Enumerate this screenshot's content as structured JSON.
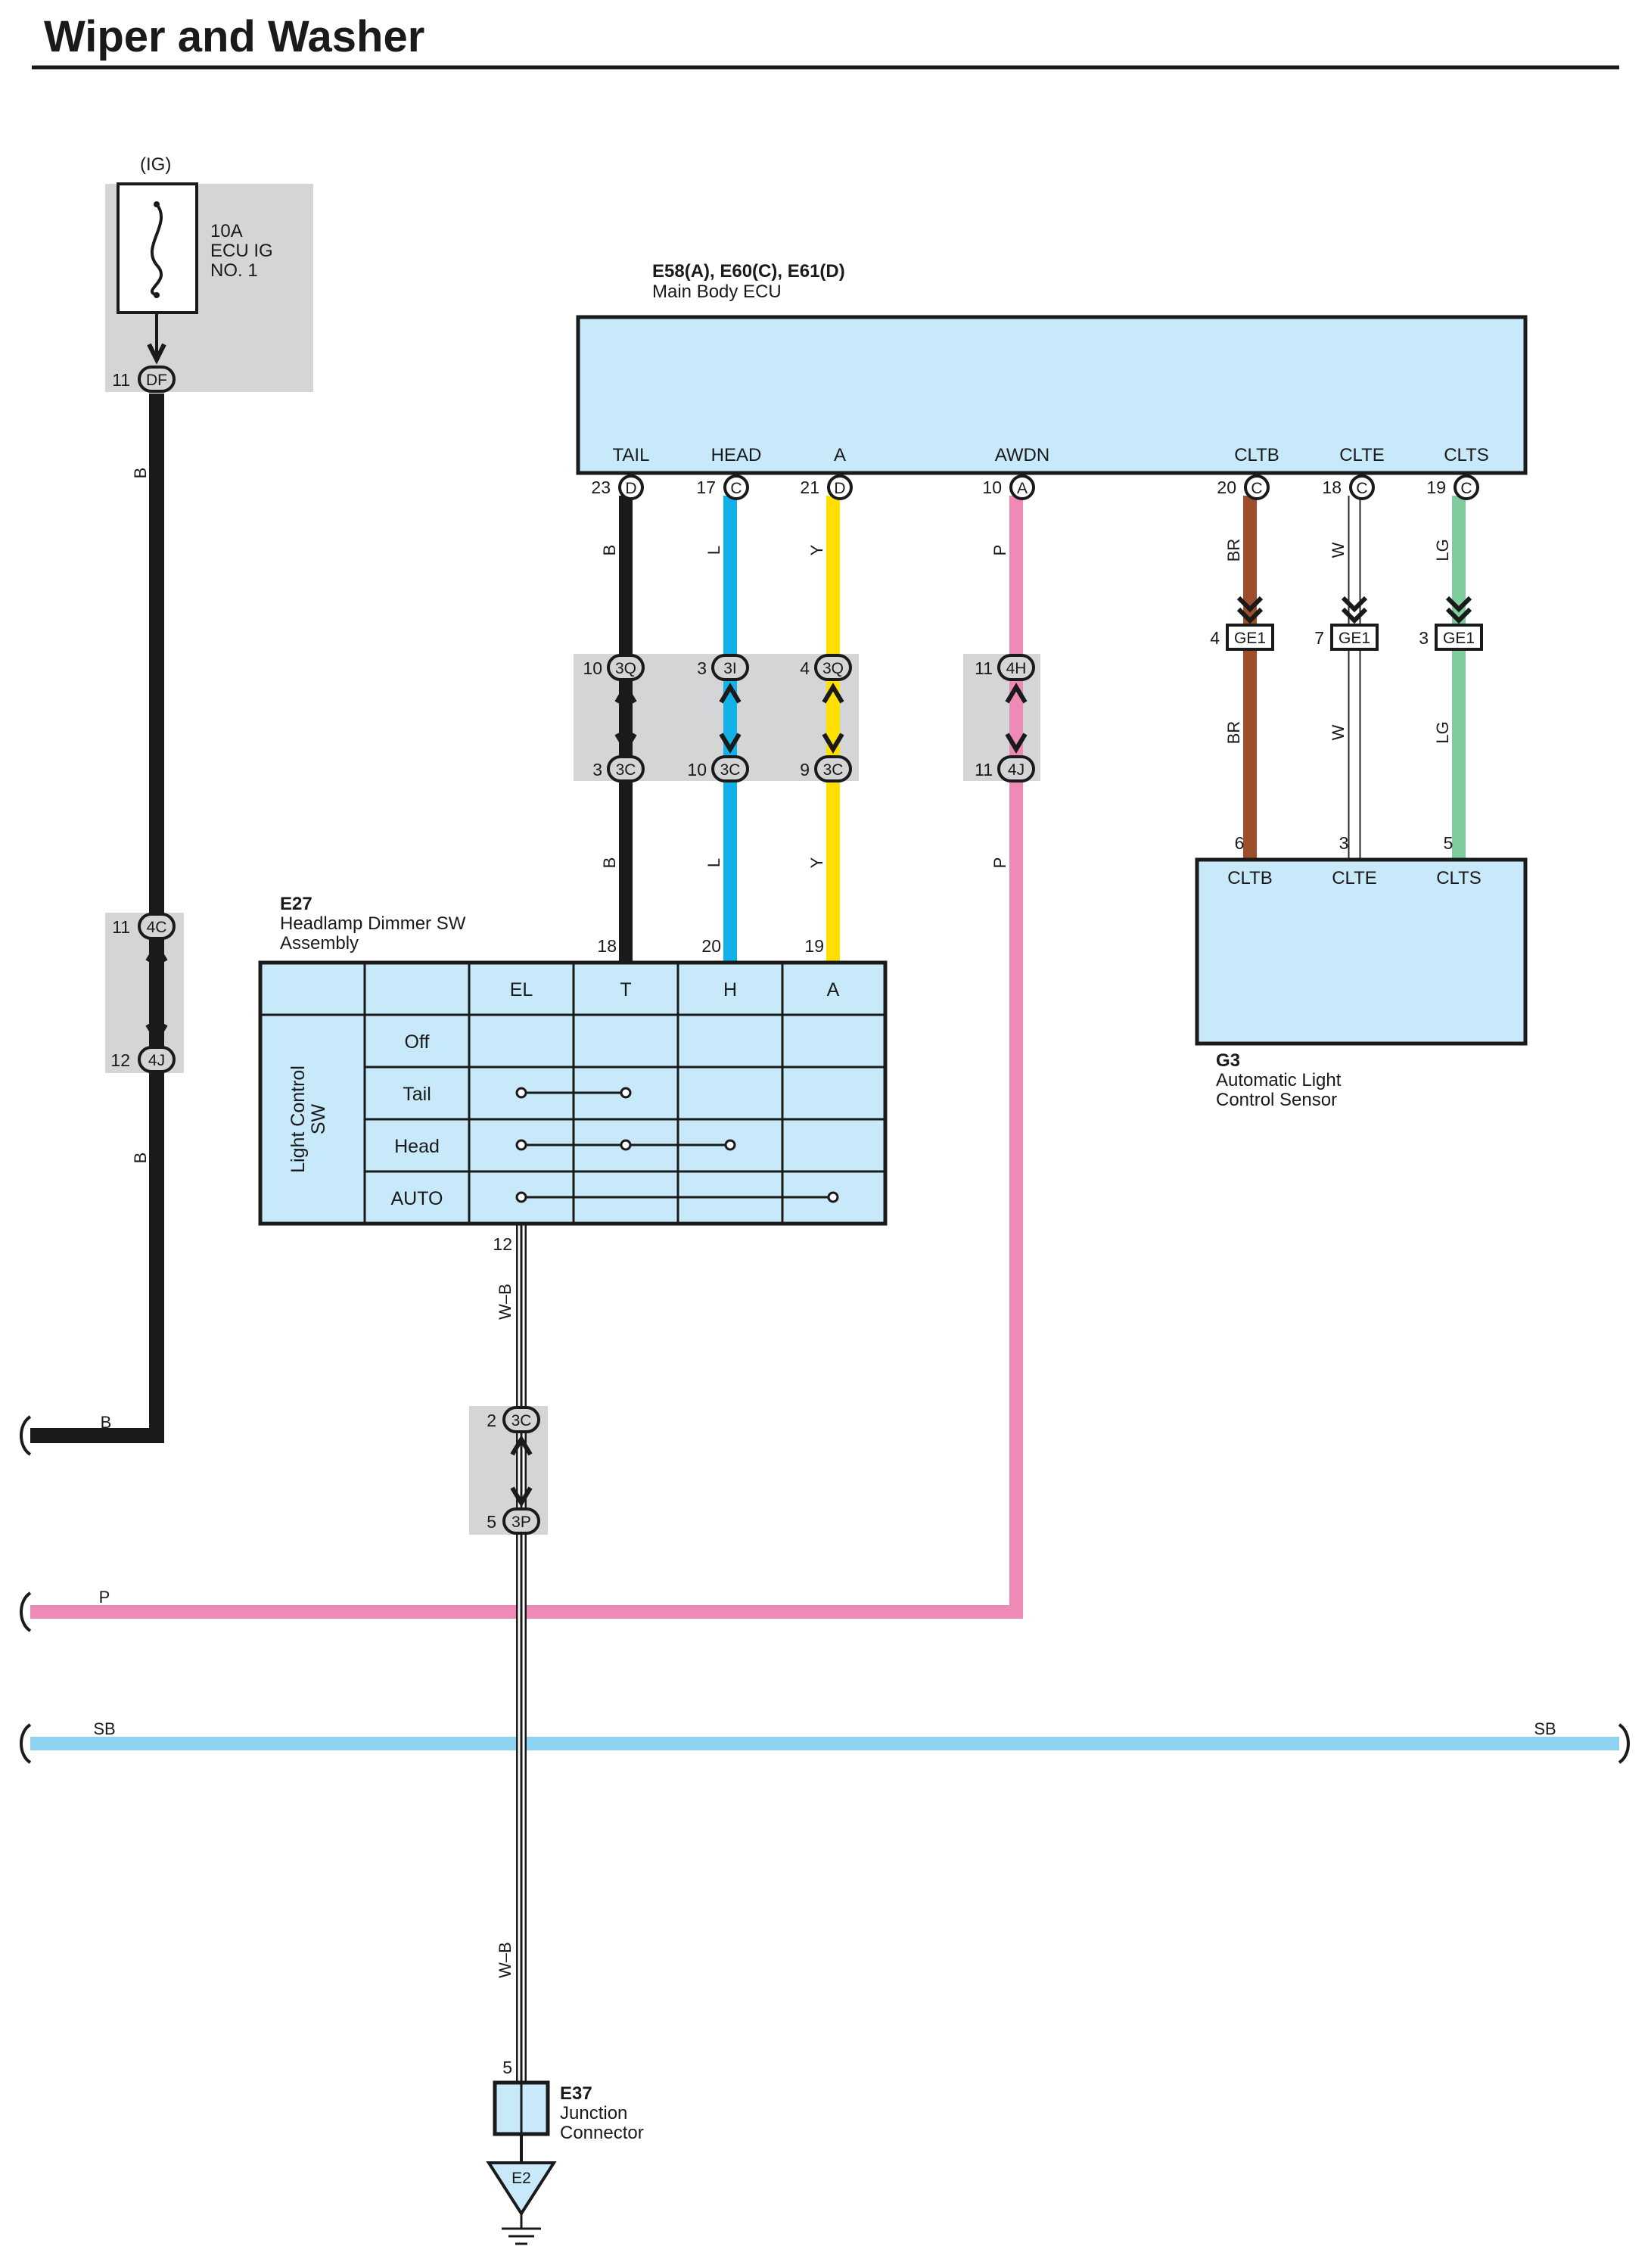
{
  "title": "Wiper and Washer",
  "colors": {
    "black": "#1a1a1a",
    "blue_L": "#12b1e8",
    "yellow_Y": "#ffe000",
    "pink_P": "#ee8ab6",
    "brown_BR": "#9c4f2a",
    "white_W": "#ffffff",
    "lightgreen_LG": "#7fcc9c",
    "skyblue_SB": "#8fd3f2",
    "component_fill": "#c7e9f9",
    "splice_gray": "#d4d5d7"
  },
  "fuse": {
    "power": "(IG)",
    "rating": "10A",
    "name_line1": "ECU IG",
    "name_line2": "NO. 1",
    "pin": "11",
    "connector": "DF"
  },
  "ecu": {
    "ids": "E58(A), E60(C), E61(D)",
    "name": "Main Body ECU",
    "terminals": [
      {
        "label": "TAIL",
        "pin": "23",
        "conn": "D",
        "wire": "B"
      },
      {
        "label": "HEAD",
        "pin": "17",
        "conn": "C",
        "wire": "L"
      },
      {
        "label": "A",
        "pin": "21",
        "conn": "D",
        "wire": "Y"
      },
      {
        "label": "AWDN",
        "pin": "10",
        "conn": "A",
        "wire": "P"
      },
      {
        "label": "CLTB",
        "pin": "20",
        "conn": "C",
        "wire": "BR"
      },
      {
        "label": "CLTE",
        "pin": "18",
        "conn": "C",
        "wire": "W"
      },
      {
        "label": "CLTS",
        "pin": "19",
        "conn": "C",
        "wire": "LG"
      }
    ]
  },
  "junctions_upper": [
    {
      "pin_top": "10",
      "conn_top": "3Q",
      "pin_bot": "3",
      "conn_bot": "3C",
      "wire_below": "B"
    },
    {
      "pin_top": "3",
      "conn_top": "3I",
      "pin_bot": "10",
      "conn_bot": "3C",
      "wire_below": "L"
    },
    {
      "pin_top": "4",
      "conn_top": "3Q",
      "pin_bot": "9",
      "conn_bot": "3C",
      "wire_below": "Y"
    },
    {
      "pin_top": "11",
      "conn_top": "4H",
      "pin_bot": "11",
      "conn_bot": "4J",
      "wire_below": "P"
    }
  ],
  "ge1": [
    {
      "pin": "4",
      "conn": "GE1",
      "wire_below": "BR"
    },
    {
      "pin": "7",
      "conn": "GE1",
      "wire_below": "W"
    },
    {
      "pin": "3",
      "conn": "GE1",
      "wire_below": "LG"
    }
  ],
  "sensor": {
    "id": "G3",
    "name_line1": "Automatic Light",
    "name_line2": "Control Sensor",
    "terminals": [
      {
        "label": "CLTB",
        "pin": "6"
      },
      {
        "label": "CLTE",
        "pin": "3"
      },
      {
        "label": "CLTS",
        "pin": "5"
      }
    ]
  },
  "left_wire": {
    "wire_upper": "B",
    "j_pin_top": "11",
    "j_conn_top": "4C",
    "j_pin_bot": "12",
    "j_conn_bot": "4J",
    "wire_lower": "B",
    "exit_label": "B"
  },
  "dimmer": {
    "id": "E27",
    "name_line1": "Headlamp Dimmer SW",
    "name_line2": "Assembly",
    "pins_top": [
      "18",
      "20",
      "19"
    ],
    "columns": [
      "EL",
      "T",
      "H",
      "A"
    ],
    "rows": [
      "Off",
      "Tail",
      "Head",
      "AUTO"
    ],
    "group_line1": "Light Control",
    "group_line2": "SW",
    "pin_bottom": "12"
  },
  "wb_wire": {
    "wire_label": "W–B",
    "j_pin_top": "2",
    "j_conn_top": "3C",
    "j_pin_bot": "5",
    "j_conn_bot": "3P",
    "wire_label_lower": "W–B"
  },
  "bus_p": {
    "label": "P"
  },
  "bus_sb": {
    "label_left": "SB",
    "label_right": "SB"
  },
  "junction_connector": {
    "pin": "5",
    "id": "E37",
    "name_line1": "Junction",
    "name_line2": "Connector",
    "ground": "E2"
  }
}
